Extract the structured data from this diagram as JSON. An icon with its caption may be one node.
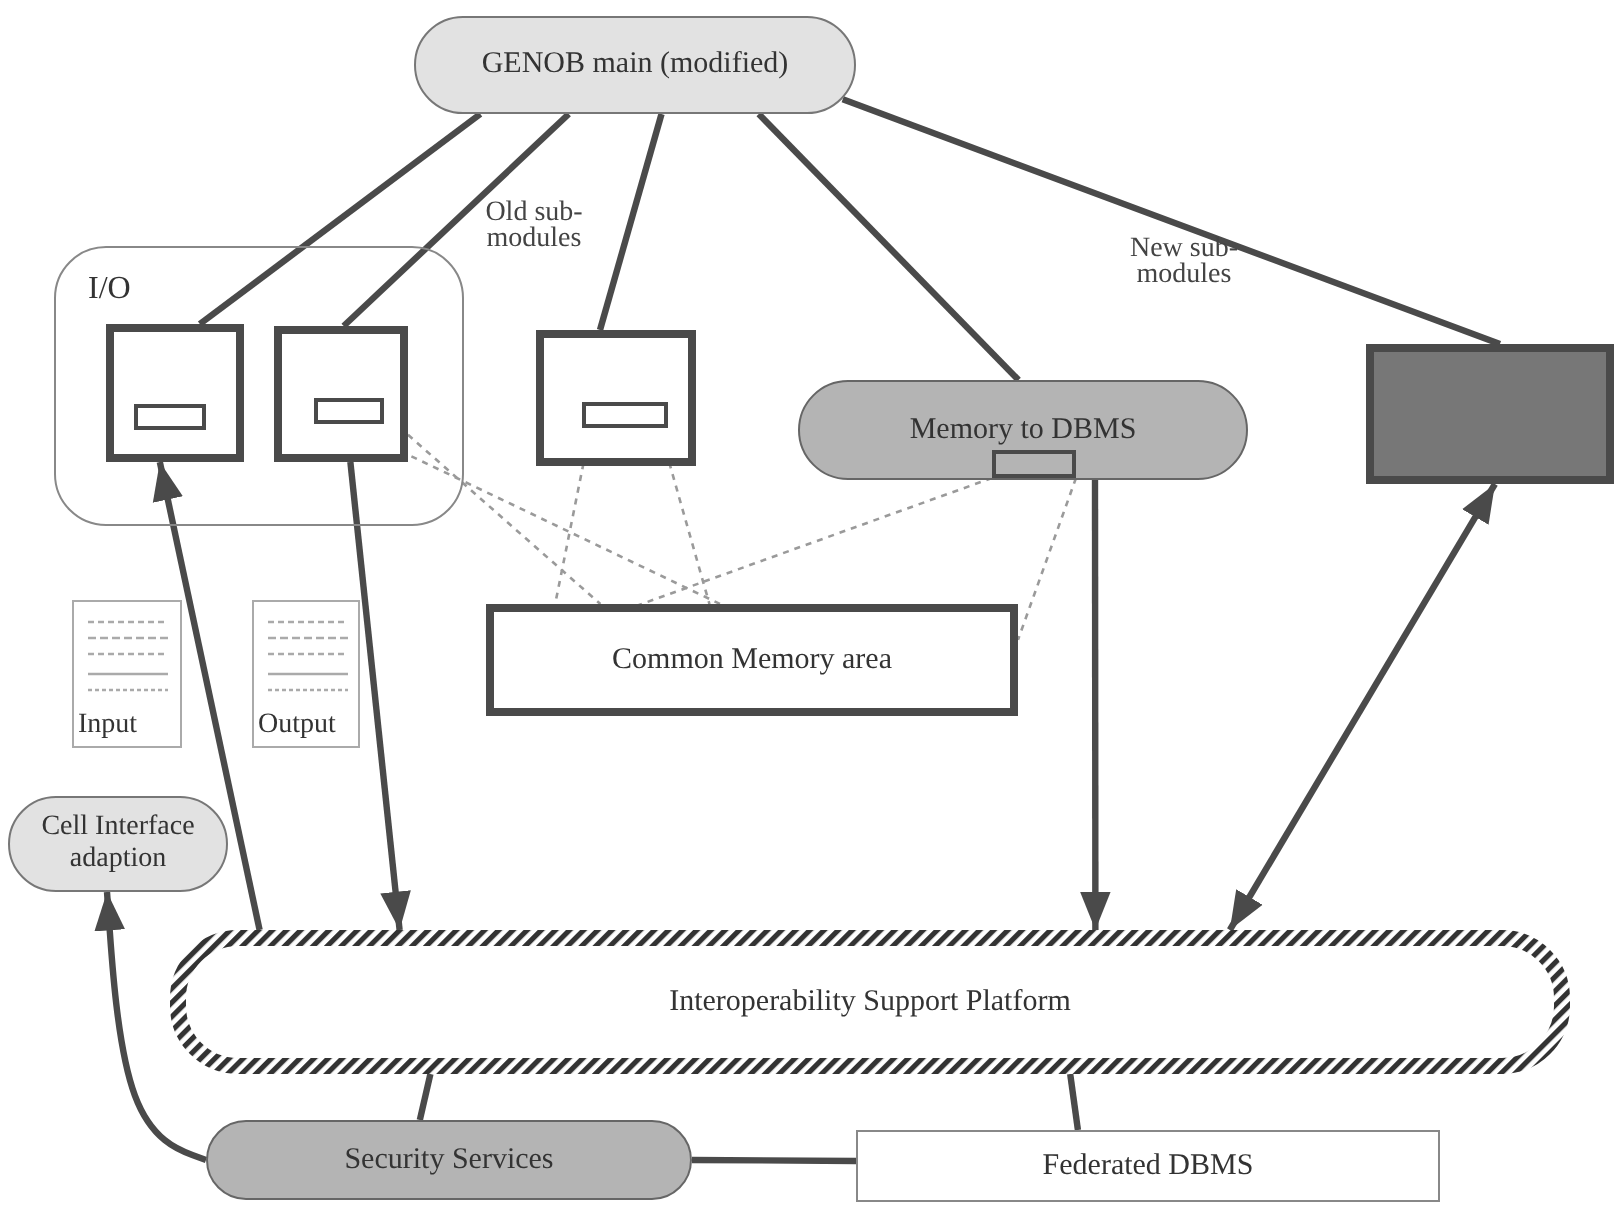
{
  "diagram": {
    "nodes": [
      {
        "text": [
          "GENOB main (modified)"
        ]
      },
      {
        "text": [
          "I/O"
        ]
      },
      {
        "text": [],
        "shape": "box",
        "in": 1
      },
      {
        "text": [],
        "shape": "box",
        "in": 2
      },
      {
        "text": [],
        "shape": "box",
        "in": 1
      },
      {
        "text": [],
        "shape": "box",
        "in": 4
      },
      {
        "text": [],
        "shape": "box"
      },
      {
        "text": [],
        "shape": "box",
        "in": 6
      },
      {
        "text": [
          "Memory to DBMS"
        ]
      },
      {
        "text": [],
        "shape": "box",
        "in": 8
      },
      {
        "text": [],
        "shape": "box"
      },
      {
        "text": [
          "Input"
        ]
      },
      {
        "text": [
          "Output"
        ]
      },
      {
        "text": [
          "Common Memory area"
        ]
      },
      {
        "text": [
          "Cell Interface adaption"
        ]
      },
      {
        "text": [
          "Interoperability Support Platform"
        ]
      },
      {
        "text": [
          "Security Services"
        ]
      },
      {
        "text": [
          "Federated DBMS"
        ]
      }
    ],
    "edges": [
      {
        "from": 0,
        "to": 2,
        "arrow": "none"
      },
      {
        "from": 0,
        "to": 4,
        "arrow": "none"
      },
      {
        "from": 0,
        "to": 6,
        "arrow": "none"
      },
      {
        "from": 0,
        "to": 8,
        "arrow": "none"
      },
      {
        "from": 0,
        "to": 10,
        "arrow": "none"
      },
      {
        "from": 5,
        "to": 13,
        "arrow": "none",
        "style": "dashed",
        "color": "#9a9a9a"
      },
      {
        "from": 4,
        "to": 13,
        "arrow": "none",
        "style": "dashed",
        "color": "#9a9a9a"
      },
      {
        "from": 7,
        "to": 13,
        "arrow": "none",
        "style": "dashed",
        "color": "#9a9a9a"
      },
      {
        "from": 7,
        "to": 13,
        "arrow": "none",
        "style": "dashed",
        "color": "#9a9a9a"
      },
      {
        "from": 9,
        "to": 13,
        "arrow": "none",
        "style": "dashed",
        "color": "#9a9a9a"
      },
      {
        "from": 9,
        "to": 13,
        "arrow": "none",
        "style": "dashed",
        "color": "#9a9a9a"
      },
      {
        "from": 15,
        "to": 2,
        "arrow": "to"
      },
      {
        "from": 4,
        "to": 15,
        "arrow": "to"
      },
      {
        "from": 8,
        "to": 15,
        "arrow": "to"
      },
      {
        "from": 10,
        "to": 15,
        "arrow": "both"
      },
      {
        "from": 15,
        "to": 16,
        "arrow": "none"
      },
      {
        "from": 15,
        "to": 17,
        "arrow": "none"
      },
      {
        "from": 16,
        "to": 17,
        "arrow": "none"
      },
      {
        "from": 16,
        "to": 14,
        "arrow": "to"
      }
    ],
    "labels": [
      "Old sub-modules",
      "New sub-modules"
    ]
  }
}
